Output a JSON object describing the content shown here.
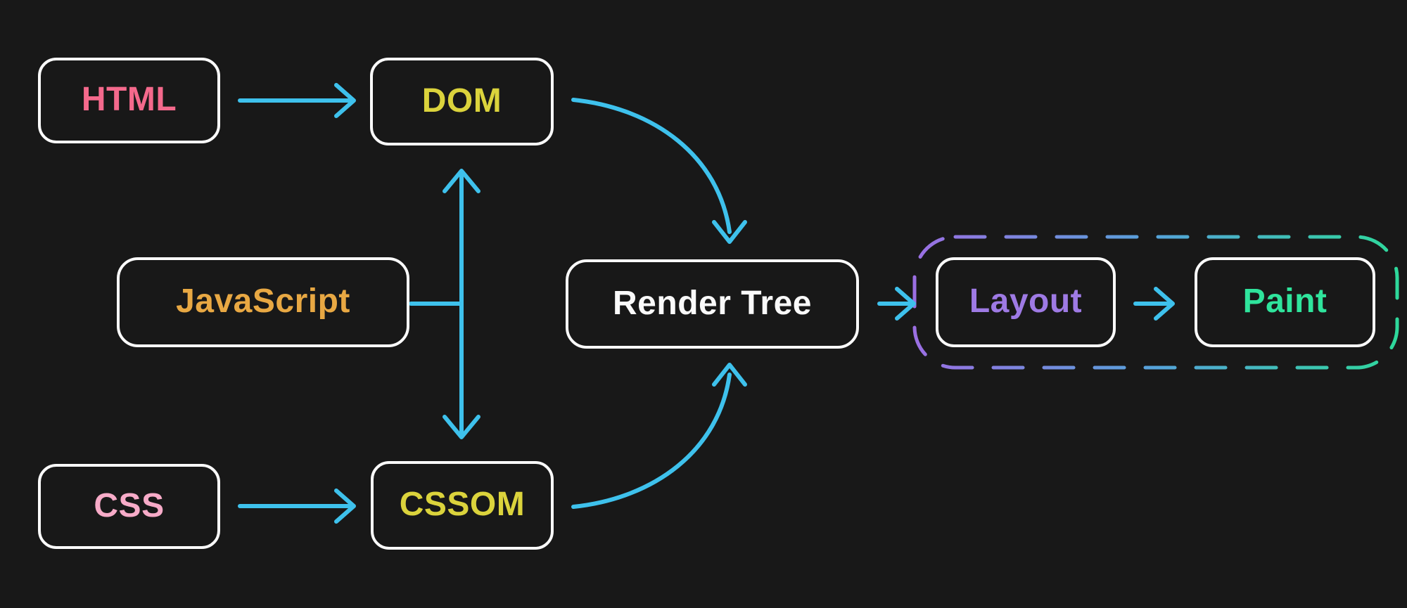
{
  "canvas": {
    "background": "#181818",
    "arrow_color": "#3ec1ec",
    "box_border_color": "#fbfbfb"
  },
  "nodes": {
    "html": {
      "label": "HTML",
      "color": "#f4698c"
    },
    "dom": {
      "label": "DOM",
      "color": "#dbd33c"
    },
    "javascript": {
      "label": "JavaScript",
      "color": "#e8a843"
    },
    "css": {
      "label": "CSS",
      "color": "#f7abc8"
    },
    "cssom": {
      "label": "CSSOM",
      "color": "#dbd33c"
    },
    "render_tree": {
      "label": "Render Tree",
      "color": "#fafafa"
    },
    "layout": {
      "label": "Layout",
      "color": "#9e7ae4"
    },
    "paint": {
      "label": "Paint",
      "color": "#2fe49c"
    }
  },
  "group": {
    "contains": [
      "Layout",
      "Paint"
    ],
    "border_style": "dashed",
    "gradient_start": "#9b6fe3",
    "gradient_mid": "#55a3da",
    "gradient_end": "#2ed89b"
  },
  "edges": [
    {
      "from": "HTML",
      "to": "DOM",
      "type": "arrow-straight"
    },
    {
      "from": "CSS",
      "to": "CSSOM",
      "type": "arrow-straight"
    },
    {
      "from": "DOM",
      "to": "CSSOM",
      "type": "arrow-bidirectional"
    },
    {
      "from": "JavaScript",
      "to": "DOM-CSSOM link",
      "type": "connector-line"
    },
    {
      "from": "DOM",
      "to": "Render Tree",
      "type": "arrow-curved"
    },
    {
      "from": "CSSOM",
      "to": "Render Tree",
      "type": "arrow-curved"
    },
    {
      "from": "Render Tree",
      "to": "Layout",
      "type": "arrow-straight"
    },
    {
      "from": "Layout",
      "to": "Paint",
      "type": "arrow-straight"
    }
  ]
}
